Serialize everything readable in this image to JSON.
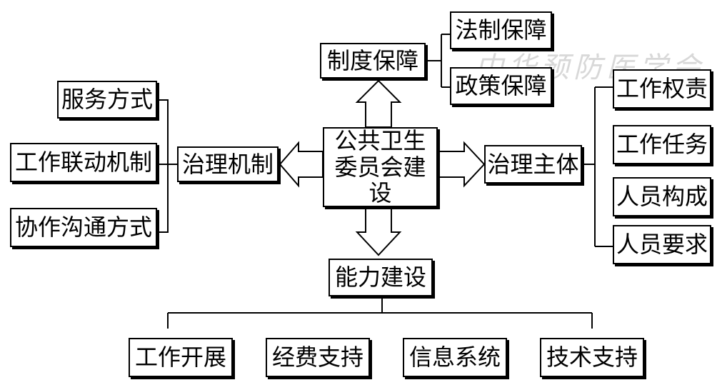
{
  "center": "公共卫生委员会建设",
  "top": {
    "title": "制度保障",
    "children": [
      "法制保障",
      "政策保障"
    ]
  },
  "left": {
    "title": "治理机制",
    "children": [
      "服务方式",
      "工作联动机制",
      "协作沟通方式"
    ]
  },
  "right": {
    "title": "治理主体",
    "children": [
      "工作权责",
      "工作任务",
      "人员构成",
      "人员要求"
    ]
  },
  "bottom": {
    "title": "能力建设",
    "children": [
      "工作开展",
      "经费支持",
      "信息系统",
      "技术支持"
    ]
  },
  "watermark": "中华预防医学会",
  "colors": {
    "line": "#000000",
    "box_fill": "#ffffff",
    "watermark": "#d8d8d8"
  }
}
